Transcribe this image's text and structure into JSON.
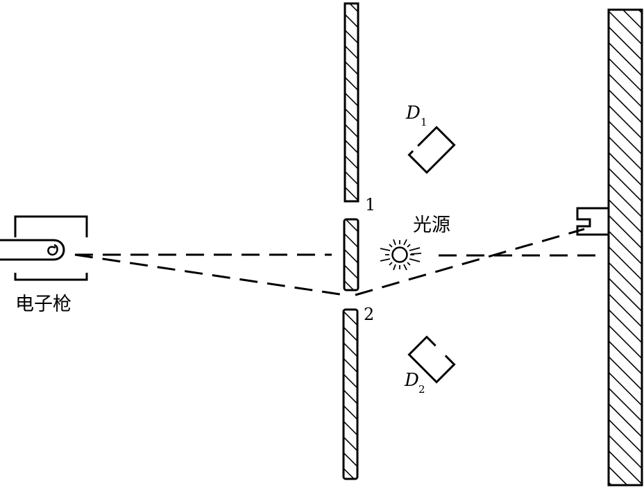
{
  "labels": {
    "electron_gun": "电子枪",
    "light_source": "光源",
    "slit_1": "1",
    "slit_2": "2",
    "detector_1_letter": "D",
    "detector_1_sub": "1",
    "detector_2_letter": "D",
    "detector_2_sub": "2"
  },
  "colors": {
    "ink": "#000000",
    "background": "#ffffff"
  },
  "icons": [
    "electron-gun-icon",
    "light-bulb-icon",
    "detector-icon",
    "electron-counter-icon"
  ]
}
